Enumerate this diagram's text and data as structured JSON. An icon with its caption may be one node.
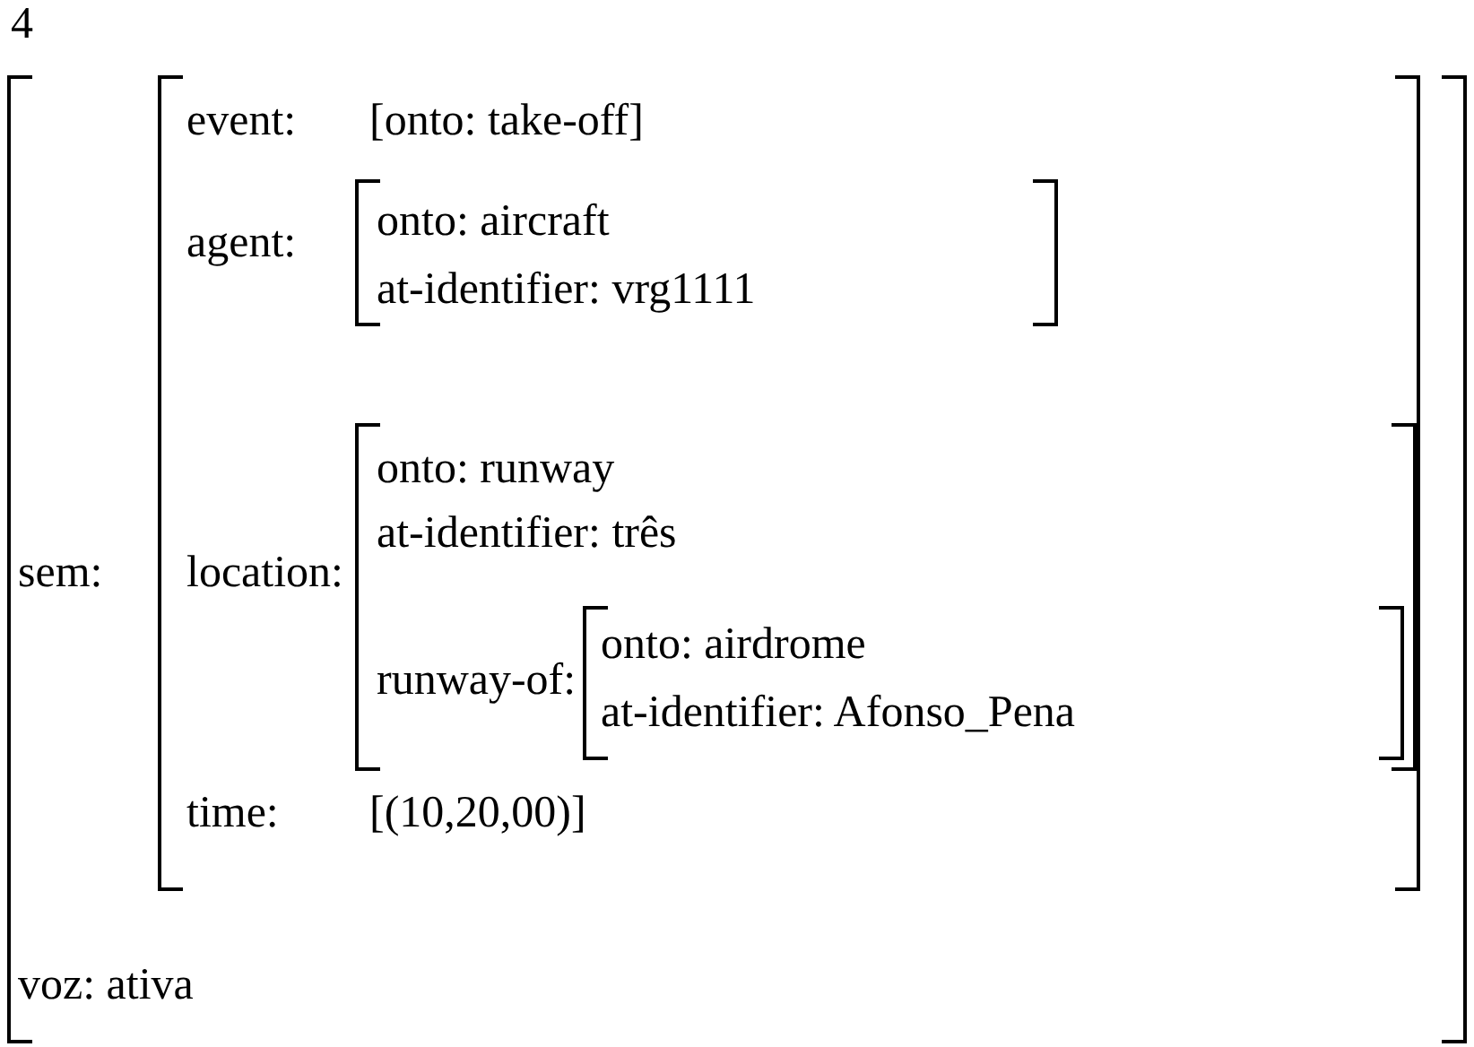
{
  "diagram": {
    "nodes": [
      {
        "text": [
          "4",
          "sem:",
          "voz: ativa"
        ]
      },
      {
        "text": [
          "event:",
          "[onto: take-off]",
          "agent:",
          "location:",
          "time:",
          "[(10,20,00)]"
        ],
        "in": 0
      },
      {
        "text": [
          "onto: aircraft",
          "at-identifier: vrg1111"
        ],
        "in": 1
      },
      {
        "text": [
          "onto: runway",
          "at-identifier: três",
          "runway-of:"
        ],
        "in": 1
      },
      {
        "text": [
          "onto: airdrome",
          "at-identifier: Afonso_Pena"
        ],
        "in": 3
      }
    ],
    "edges": []
  }
}
